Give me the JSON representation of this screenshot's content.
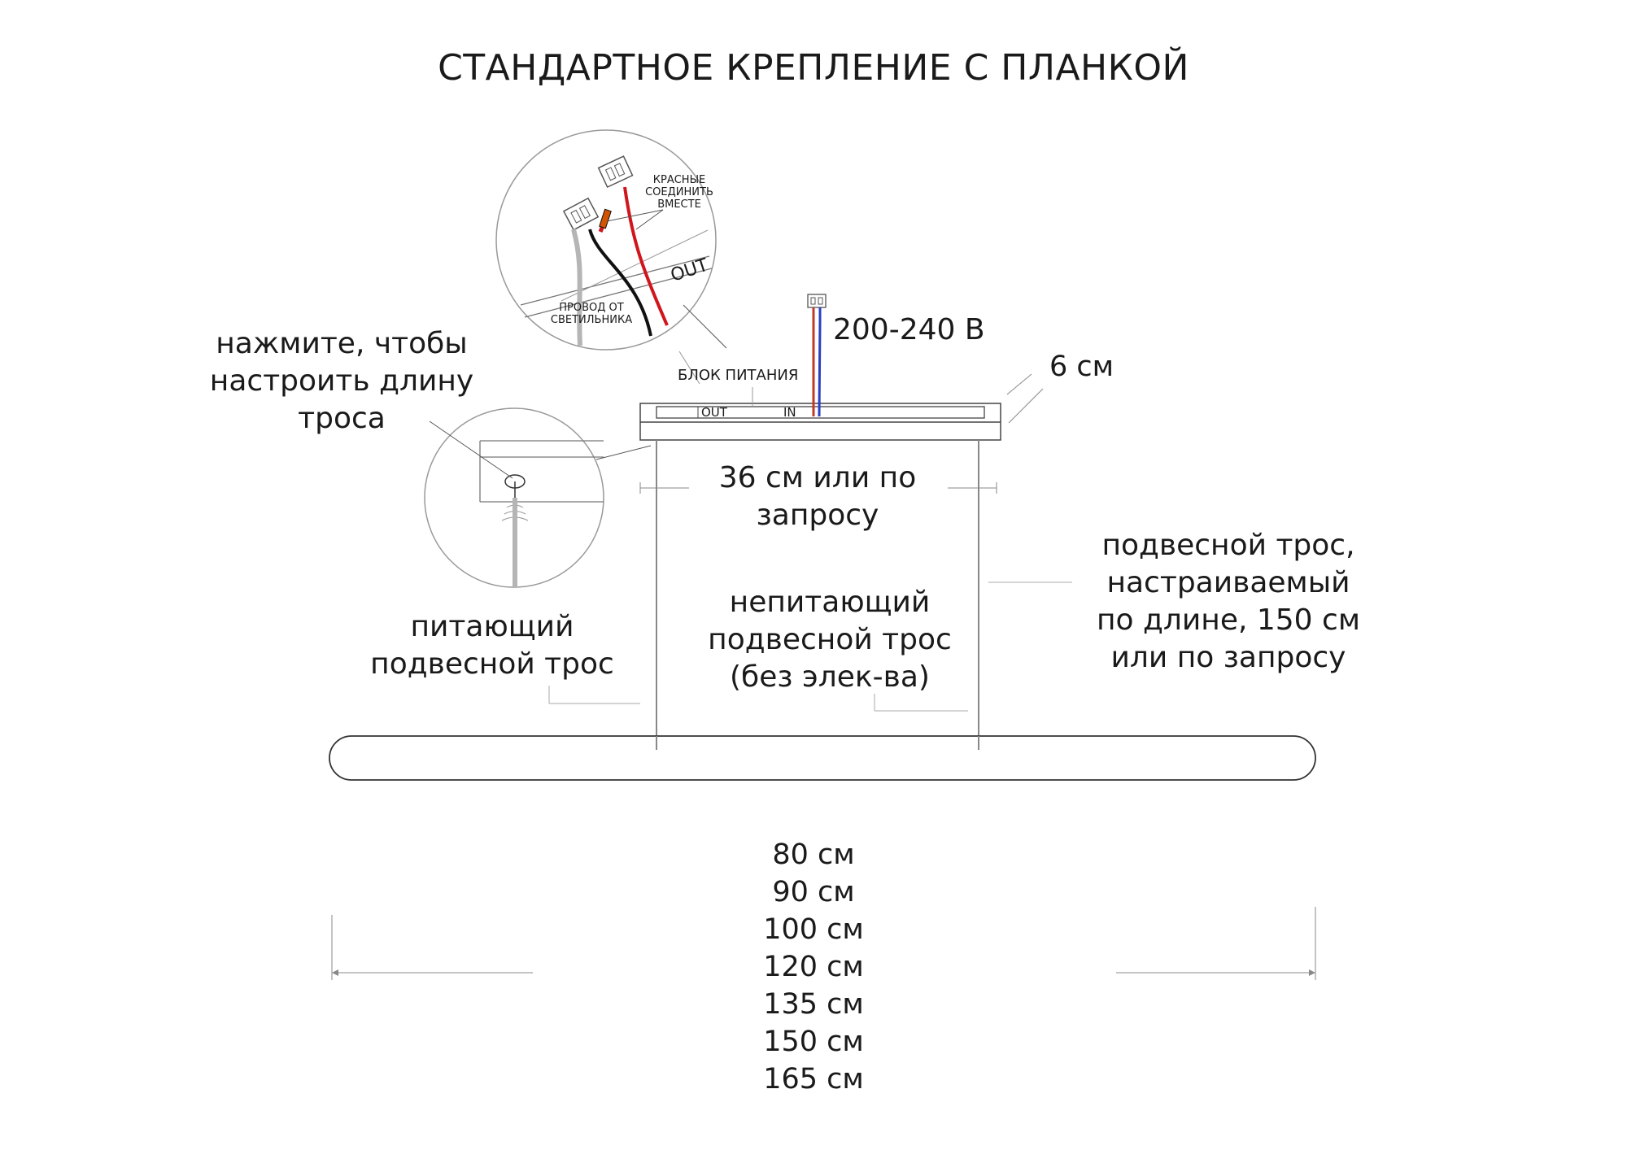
{
  "title": "СТАНДАРТНОЕ КРЕПЛЕНИЕ С ПЛАНКОЙ",
  "labels": {
    "red_wires": [
      "КРАСНЫЕ",
      "СОЕДИНИТЬ",
      "ВМЕСТЕ"
    ],
    "lamp_wire": [
      "ПРОВОД ОТ",
      "СВЕТИЛЬНИКА"
    ],
    "out_detail": "OUT",
    "voltage": "200-240 В",
    "power_unit": "БЛОК ПИТАНИЯ",
    "out_port": "OUT",
    "in_port": "IN",
    "depth": "6 см",
    "press_adjust": [
      "нажмите, чтобы",
      "настроить длину",
      "троса"
    ],
    "spacing": [
      "36 см или по",
      "запросу"
    ],
    "powered_cable": [
      "питающий",
      "подвесной трос"
    ],
    "unpowered_cable": [
      "непитающий",
      "подвесной трос",
      "(без элек-ва)"
    ],
    "adjustable_cable": [
      "подвесной трос,",
      "настраиваемый",
      "по длине, 150 см",
      "или по запросу"
    ]
  },
  "lengths": [
    "80 см",
    "90 см",
    "100 см",
    "120 см",
    "135 см",
    "150 см",
    "165 см"
  ],
  "colors": {
    "line": "#555555",
    "wire_red": "#d0161c",
    "wire_blue": "#2b3fbf",
    "wire_black": "#111111",
    "wire_grey": "#b5b5b5"
  }
}
